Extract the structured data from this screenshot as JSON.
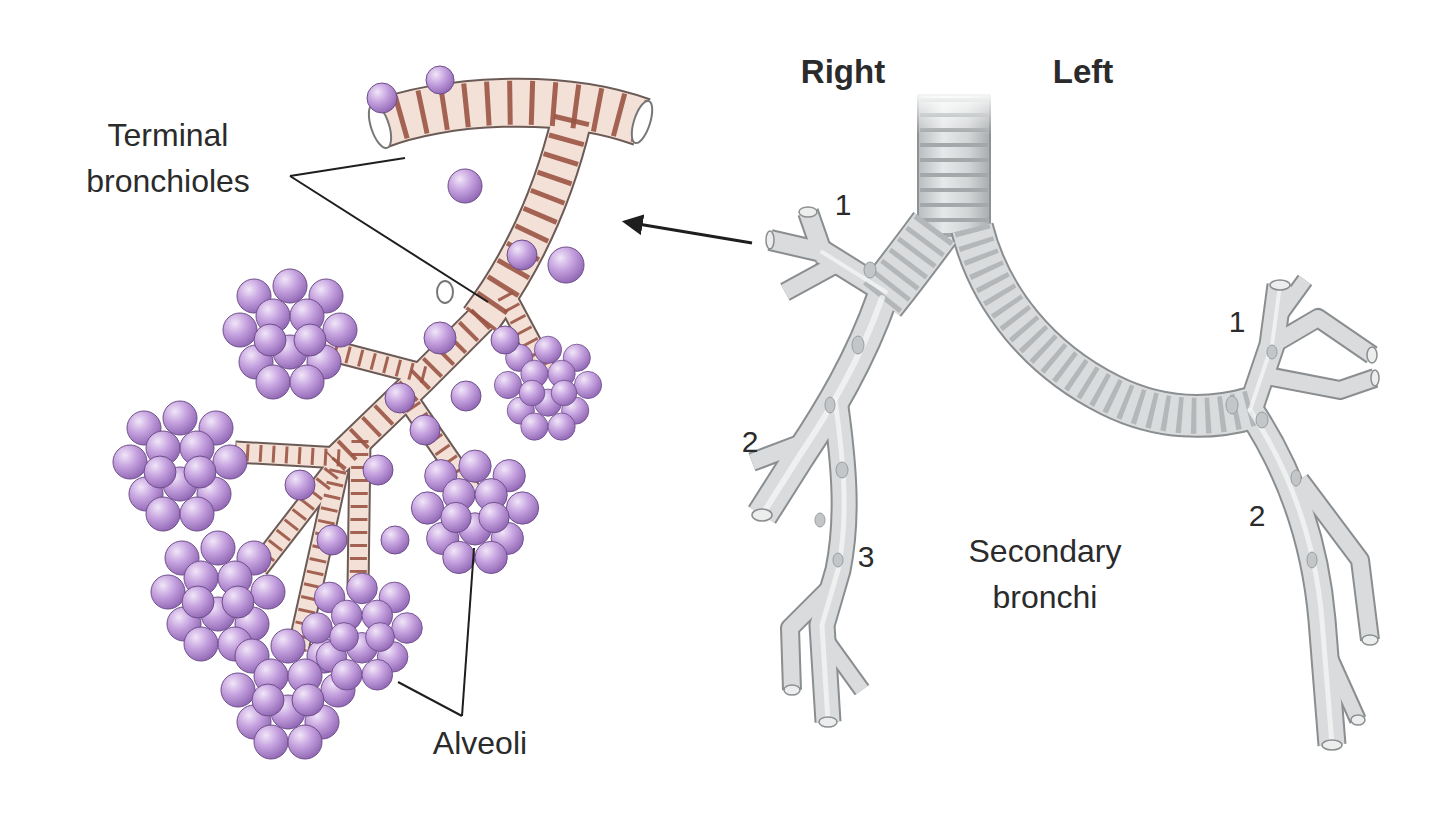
{
  "diagram": {
    "labels": [
      "Terminal bronchioles",
      "Alveoli",
      "Right",
      "Left",
      "1",
      "2",
      "3",
      "Secondary bronchi",
      "1",
      "2"
    ]
  }
}
